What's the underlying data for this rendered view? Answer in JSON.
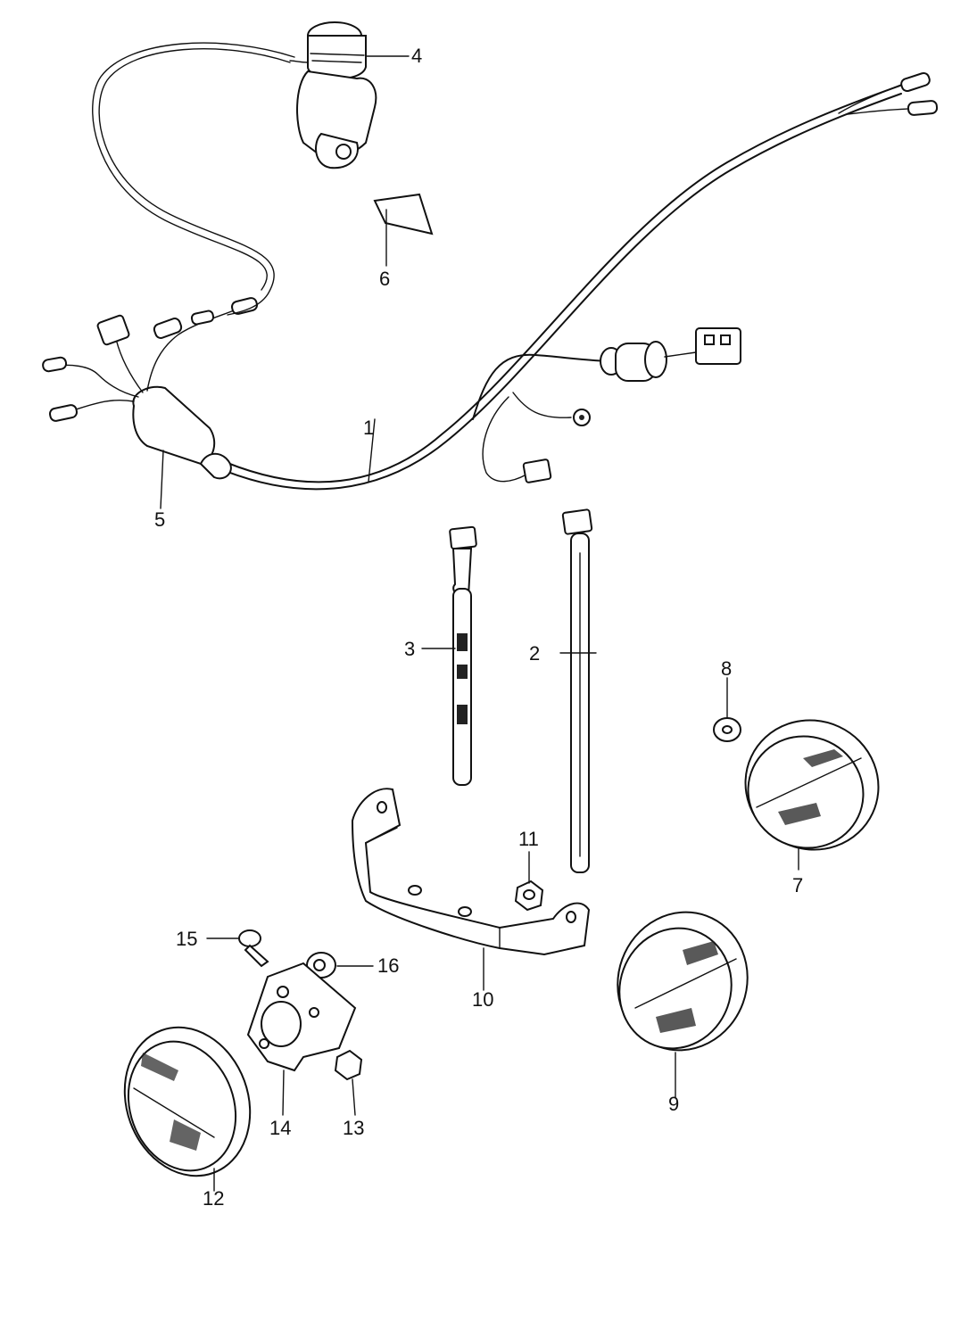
{
  "diagram": {
    "callouts": [
      {
        "id": "p1",
        "number": "1"
      },
      {
        "id": "p2",
        "number": "2"
      },
      {
        "id": "p3",
        "number": "3"
      },
      {
        "id": "p4",
        "number": "4"
      },
      {
        "id": "p5",
        "number": "5"
      },
      {
        "id": "p6",
        "number": "6"
      },
      {
        "id": "p7",
        "number": "7"
      },
      {
        "id": "p8",
        "number": "8"
      },
      {
        "id": "p9",
        "number": "9"
      },
      {
        "id": "p10",
        "number": "10"
      },
      {
        "id": "p11",
        "number": "11"
      },
      {
        "id": "p12",
        "number": "12"
      },
      {
        "id": "p13",
        "number": "13"
      },
      {
        "id": "p14",
        "number": "14"
      },
      {
        "id": "p15",
        "number": "15"
      },
      {
        "id": "p16",
        "number": "16"
      }
    ]
  }
}
